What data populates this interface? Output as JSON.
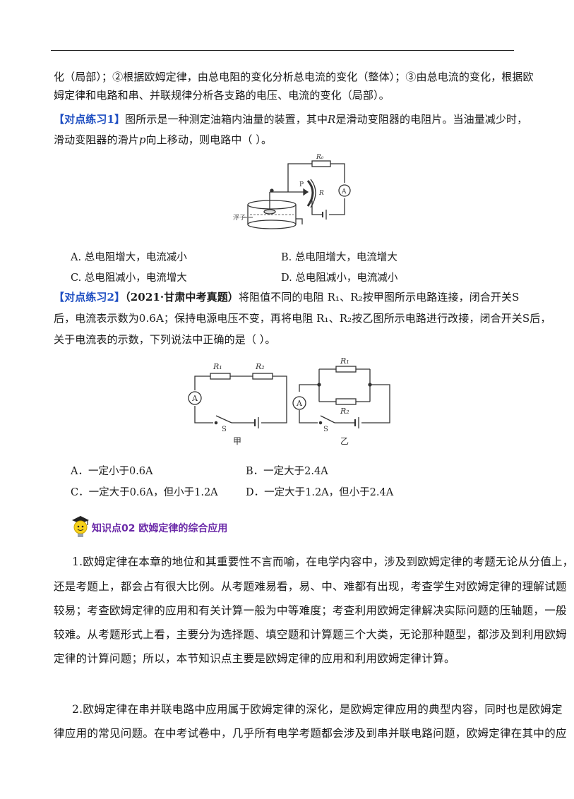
{
  "intro": {
    "line1": "化（局部）；②根据欧姆定律，由总电阻的变化分析总电流的变化（整体）；③由总电流的变化，根据欧",
    "line2": "姆定律和电路和串、并联规律分析各支路的电压、电流的变化（局部）。"
  },
  "ex1": {
    "tag": "【对点练习1】",
    "line1_pre": "图所示是一种测定油箱内油量的装置，其中",
    "line1_var": "R",
    "line1_post": "是滑动变阻器的电阻片。当油量减少时，",
    "line2_pre": "滑动变阻器的滑片",
    "line2_var": "p",
    "line2_post": "向上移动，则电路中（      ）。",
    "figure": {
      "r0": "R₀",
      "p": "P",
      "r": "R",
      "ammeter": "A",
      "float_label": "浮子"
    },
    "options": {
      "a": "A.  总电阻增大，电流减小",
      "b": "B.  总电阻增大，电流增大",
      "c": "C.  总电阻减小，电流增大",
      "d": "D.  总电阻减小，电流减小"
    }
  },
  "ex2": {
    "tag": "【对点练习2】",
    "source": "（2021·甘肃中考真题）",
    "line1_post": "将阻值不同的电阻 R₁、R₂按甲图所示电路连接，闭合开关S",
    "line2": "后，电流表示数为0.6A；保持电源电压不变，再将电阻 R₁、R₂按乙图所示电路进行改接，闭合开关S后，",
    "line3": "关于电流表的示数，下列说法中正确的是（  ）。",
    "figure": {
      "r1": "R₁",
      "r2": "R₂",
      "ammeter": "A",
      "switch": "S",
      "caption_left": "甲",
      "caption_right": "乙"
    },
    "options": {
      "a": "A．一定小于0.6A",
      "b": "B．一定大于2.4A",
      "c": "C．一定大于0.6A，但小于1.2A",
      "d": "D．一定大于1.2A，但小于2.4A"
    }
  },
  "kp2": {
    "title": "知识点02   欧姆定律的综合应用"
  },
  "para1": {
    "l1": "1.欧姆定律在本章的地位和其重要性不言而喻，在电学内容中，涉及到欧姆定律的考题无论从分值上，",
    "l2": "还是考题上，都会占有很大比例。从考题难易看，易、中、难都有出现，考查学生对欧姆定律的理解试题",
    "l3": "较易；考查欧姆定律的应用和有关计算一般为中等难度；考查利用欧姆定律解决实际问题的压轴题，一般",
    "l4": "较难。从考题形式上看，主要分为选择题、填空题和计算题三个大类，无论那种题型，都涉及到利用欧姆",
    "l5": "定律的计算问题；所以，本节知识点主要是欧姆定律的应用和利用欧姆定律计算。"
  },
  "para2": {
    "l1": "2.欧姆定律在串并联电路中应用属于欧姆定律的深化，是欧姆定律应用的典型内容，同时也是欧姆定",
    "l2": "律应用的常见问题。在中考试卷中，几乎所有电学考题都会涉及到串并联电路问题，欧姆定律在其中的应"
  }
}
